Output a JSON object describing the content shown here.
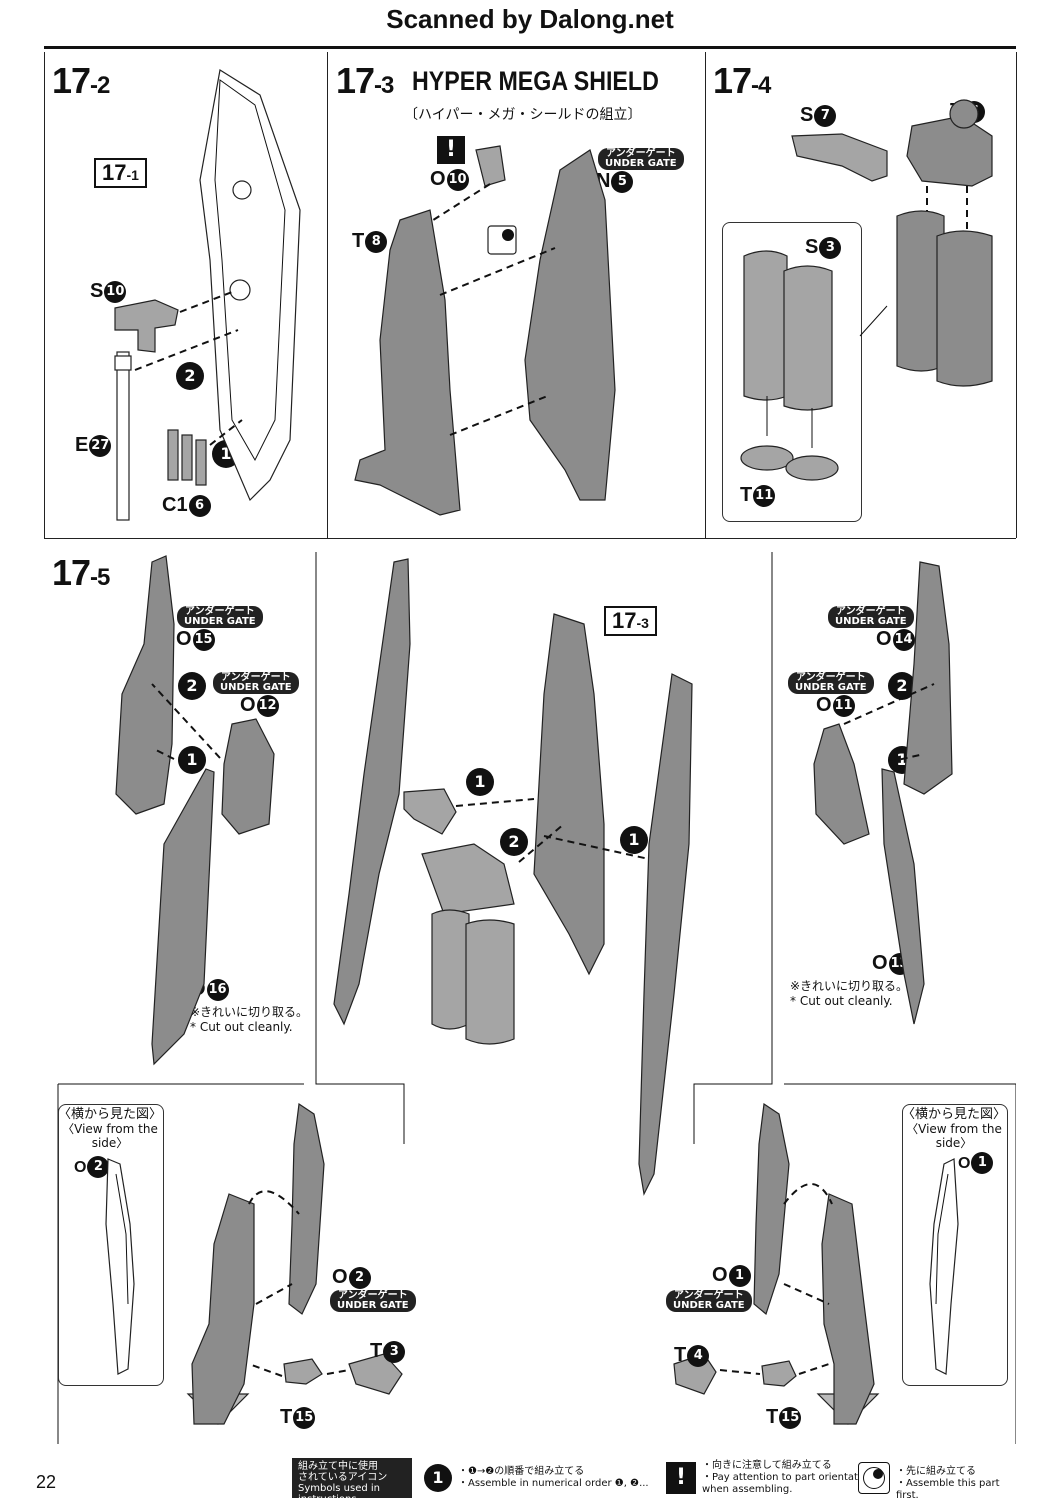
{
  "header": {
    "scan_credit": "Scanned by Dalong.net"
  },
  "step_17_2": {
    "step": "17",
    "sub": "-2",
    "ref_box": "17",
    "ref_sub": "-1",
    "parts": {
      "s10": "S",
      "s10n": "10",
      "e27": "E",
      "e27n": "27",
      "c16": "C1",
      "c16n": "6"
    },
    "order": [
      "1",
      "2"
    ]
  },
  "step_17_3": {
    "step": "17",
    "sub": "-3",
    "title": "HYPER MEGA SHIELD",
    "subtitle": "〔ハイパー・メガ・シールドの組立〕",
    "warn": "!",
    "parts": {
      "o10": "O",
      "o10n": "10",
      "n5": "N",
      "n5n": "5",
      "t8": "T",
      "t8n": "8"
    },
    "under_gate_jp": "アンダーゲート",
    "under_gate_en": "UNDER GATE"
  },
  "step_17_4": {
    "step": "17",
    "sub": "-4",
    "parts": {
      "t6": "T",
      "t6n": "6",
      "s7": "S",
      "s7n": "7",
      "s3": "S",
      "s3n": "3",
      "t11": "T",
      "t11n": "11"
    }
  },
  "step_17_5": {
    "step": "17",
    "sub": "-5",
    "ref_box": "17",
    "ref_sub": "-3",
    "under_gate_jp": "アンダーゲート",
    "under_gate_en": "UNDER GATE",
    "parts": {
      "o15": "O",
      "o15n": "15",
      "o12": "O",
      "o12n": "12",
      "o16": "O",
      "o16n": "16",
      "o14": "O",
      "o14n": "14",
      "o11": "O",
      "o11n": "11",
      "o13": "O",
      "o13n": "13",
      "o2": "O",
      "o2n": "2",
      "o1": "O",
      "o1n": "1",
      "t3": "T",
      "t3n": "3",
      "t4": "T",
      "t4n": "4",
      "t15": "T",
      "t15n": "15"
    },
    "cut_jp": "※きれいに切り取る。",
    "cut_en": "* Cut out cleanly.",
    "side_jp": "〈横から見た図〉",
    "side_en": "〈View from the side〉",
    "order": [
      "1",
      "2"
    ]
  },
  "footer": {
    "page": "22",
    "icons_title_jp_1": "組み立て中に使用",
    "icons_title_jp_2": "されているアイコン",
    "icons_title_en": "Symbols used in instructions",
    "num_icon": "1",
    "num_jp": "・❶→❷の順番で組み立てる",
    "num_en": "・Assemble in numerical order ❶, ❷...",
    "warn_icon": "!",
    "warn_jp": "・向きに注意して組み立てる",
    "warn_en1": "・Pay attention to part orientation",
    "warn_en2": "when assembling.",
    "first_jp": "・先に組み立てる",
    "first_en": "・Assemble this part first."
  }
}
